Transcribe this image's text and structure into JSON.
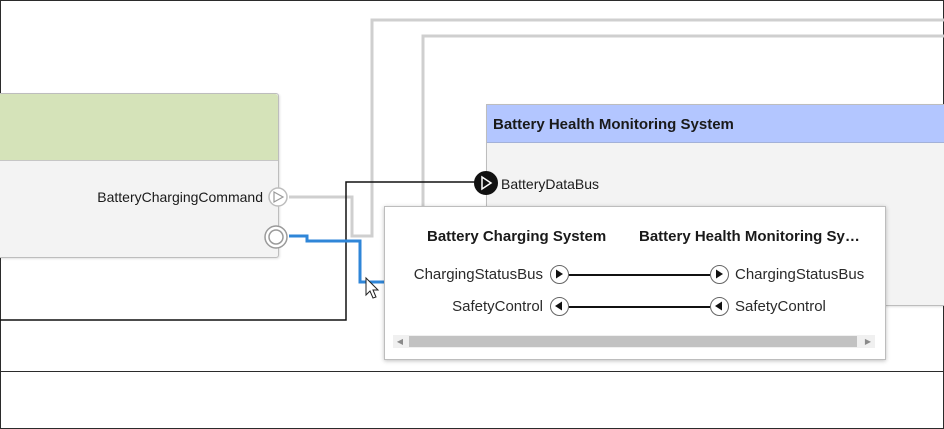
{
  "components": {
    "left": {
      "port_label": "BatteryChargingCommand"
    },
    "right": {
      "title": "Battery Health Monitoring System",
      "port_label": "BatteryDataBus"
    }
  },
  "popup": {
    "source_title": "Battery Charging System",
    "target_title": "Battery Health Monitoring Sy…",
    "rows": [
      {
        "source": "ChargingStatusBus",
        "target": "ChargingStatusBus",
        "direction": "out"
      },
      {
        "source": "SafetyControl",
        "target": "SafetyControl",
        "direction": "in"
      }
    ],
    "scrollbar": {
      "left_arrow": "◀",
      "right_arrow": "▶"
    }
  },
  "colors": {
    "selected_wire": "#2f86d8",
    "wire_gray": "#cfcfcf",
    "wire_black": "#111111"
  }
}
